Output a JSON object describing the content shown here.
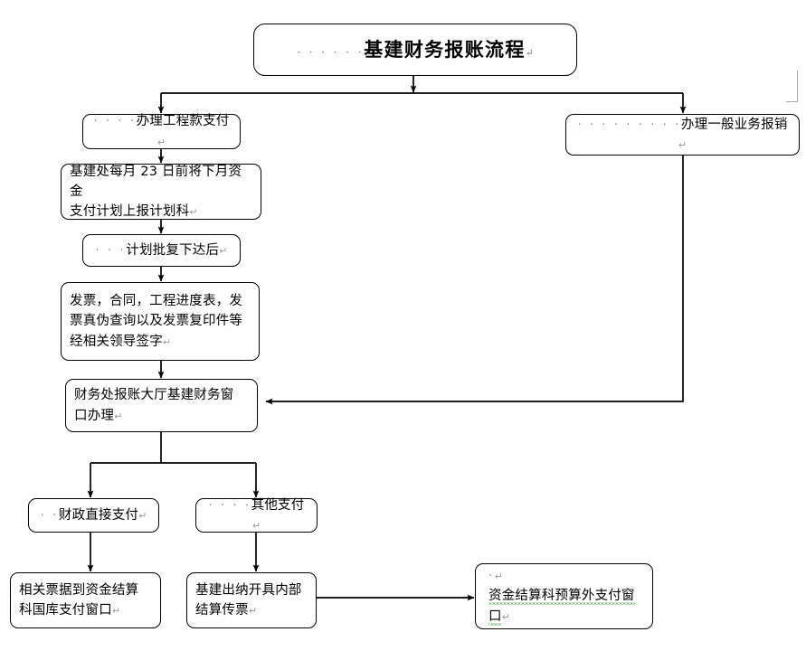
{
  "diagram": {
    "title_box": {
      "leader": "· · · · · ·",
      "text": "基建财务报账流程",
      "pilcrow": "↵"
    },
    "nodes": [
      {
        "id": "n-engineering-payment",
        "leader": "· · · ·",
        "text": "办理工程款支付",
        "pilcrow": "↵"
      },
      {
        "id": "n-general-reimbursement",
        "leader": "· · · · · · · · ·",
        "text": "办理一般业务报销",
        "pilcrow": "↵"
      },
      {
        "id": "n-monthly-plan",
        "text_line1": "基建处每月 23 日前将下月资金",
        "text_line2": "支付计划上报计划科",
        "pilcrow": "↵"
      },
      {
        "id": "n-plan-approved",
        "leader": "· · ·",
        "text": "计划批复下达后",
        "pilcrow": "↵"
      },
      {
        "id": "n-documents",
        "text_line1": "发票，合同，工程进度表，发",
        "text_line2": "票真伪查询以及发票复印件等",
        "text_line3": "经相关领导签字",
        "pilcrow": "↵"
      },
      {
        "id": "n-finance-window",
        "text_line1": "财务处报账大厅基建财务窗",
        "text_line2": "口办理",
        "pilcrow": "↵"
      },
      {
        "id": "n-direct-treasury",
        "leader": "· ·",
        "text": "财政直接支付",
        "pilcrow": "↵"
      },
      {
        "id": "n-other-payment",
        "leader": "· · · ·",
        "text": "其他支付",
        "pilcrow": "↵"
      },
      {
        "id": "n-treasury-window",
        "text_line1": "相关票据到资金结算科",
        "text_line2": "科国库支付窗口",
        "pilcrow": "↵"
      },
      {
        "id": "n-internal-voucher",
        "text_line1": "基建出纳开具内部",
        "text_line2": "结算传票",
        "pilcrow": "↵"
      },
      {
        "id": "n-extra-budget-window",
        "blank_leader": "·",
        "text": "资金结算科预算外支付窗口",
        "pilcrow": "↵"
      }
    ],
    "labels": {
      "title": "基建财务报账流程",
      "engineering_payment": "办理工程款支付",
      "general_reimbursement": "办理一般业务报销",
      "monthly_plan_l1": "基建处每月 23 日前将下月资金",
      "monthly_plan_l2": "支付计划上报计划科",
      "plan_approved": "计划批复下达后",
      "documents_l1": "发票，合同，工程进度表，发",
      "documents_l2": "票真伪查询以及发票复印件等",
      "documents_l3": "经相关领导签字",
      "finance_window_l1": "财务处报账大厅基建财务窗",
      "finance_window_l2": "口办理",
      "direct_treasury": "财政直接支付",
      "other_payment": "其他支付",
      "treasury_window_l1": "相关票据到资金结算",
      "treasury_window_l2": "科国库支付窗口",
      "internal_voucher_l1": "基建出纳开具内部",
      "internal_voucher_l2": "结算传票",
      "extra_budget_window": "资金结算科预算外支付窗口"
    },
    "leaders": {
      "title": "· · · · · ·",
      "engineering_payment": "· · · ·",
      "general_reimbursement": "· · · · · · · · ·",
      "plan_approved": "· · ·",
      "direct_treasury": "· ·",
      "other_payment": "· · · ·",
      "extra_budget_blank": "·"
    },
    "pilcrow": "↵",
    "colors": {
      "stroke": "#000000",
      "background": "#ffffff",
      "leader_dots": "#8a8a8a",
      "pilcrow": "#9a9a9a",
      "grammar_squiggle": "#0a8a0a",
      "margin_mark": "#a9a9a9"
    }
  }
}
